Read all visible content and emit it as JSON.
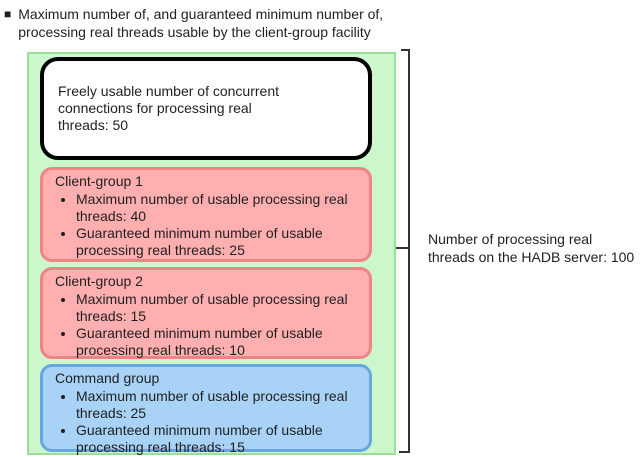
{
  "title": {
    "marker": "■",
    "line1": "Maximum number of, and guaranteed minimum number of,",
    "line2": "processing real threads usable by the client-group facility"
  },
  "diagram": {
    "free_box": {
      "text": "Freely usable number of concurrent connections for processing real threads: 50"
    },
    "groups": [
      {
        "name": "Client-group 1",
        "items": [
          "Maximum number of usable processing real threads: 40",
          "Guaranteed minimum number of usable processing real threads: 25"
        ]
      },
      {
        "name": "Client-group 2",
        "items": [
          "Maximum number of usable processing real threads: 15",
          "Guaranteed minimum number of usable processing real threads: 10"
        ]
      },
      {
        "name": "Command group",
        "items": [
          "Maximum number of usable processing real threads: 25",
          "Guaranteed minimum number of usable processing real threads: 15"
        ]
      }
    ],
    "bracket_label": {
      "lines": [
        "Number of processing real",
        "threads on the HADB server: 100"
      ]
    }
  },
  "colors": {
    "outer_fill": "#ccf6cb",
    "outer_border": "#9ade9a",
    "client_fill": "#ffafaf",
    "client_border": "#f08484",
    "command_fill": "#a8d3f7",
    "command_border": "#6aa5e3",
    "free_box_border": "#000000",
    "bracket": "#333333",
    "text": "#1f1f1f"
  }
}
